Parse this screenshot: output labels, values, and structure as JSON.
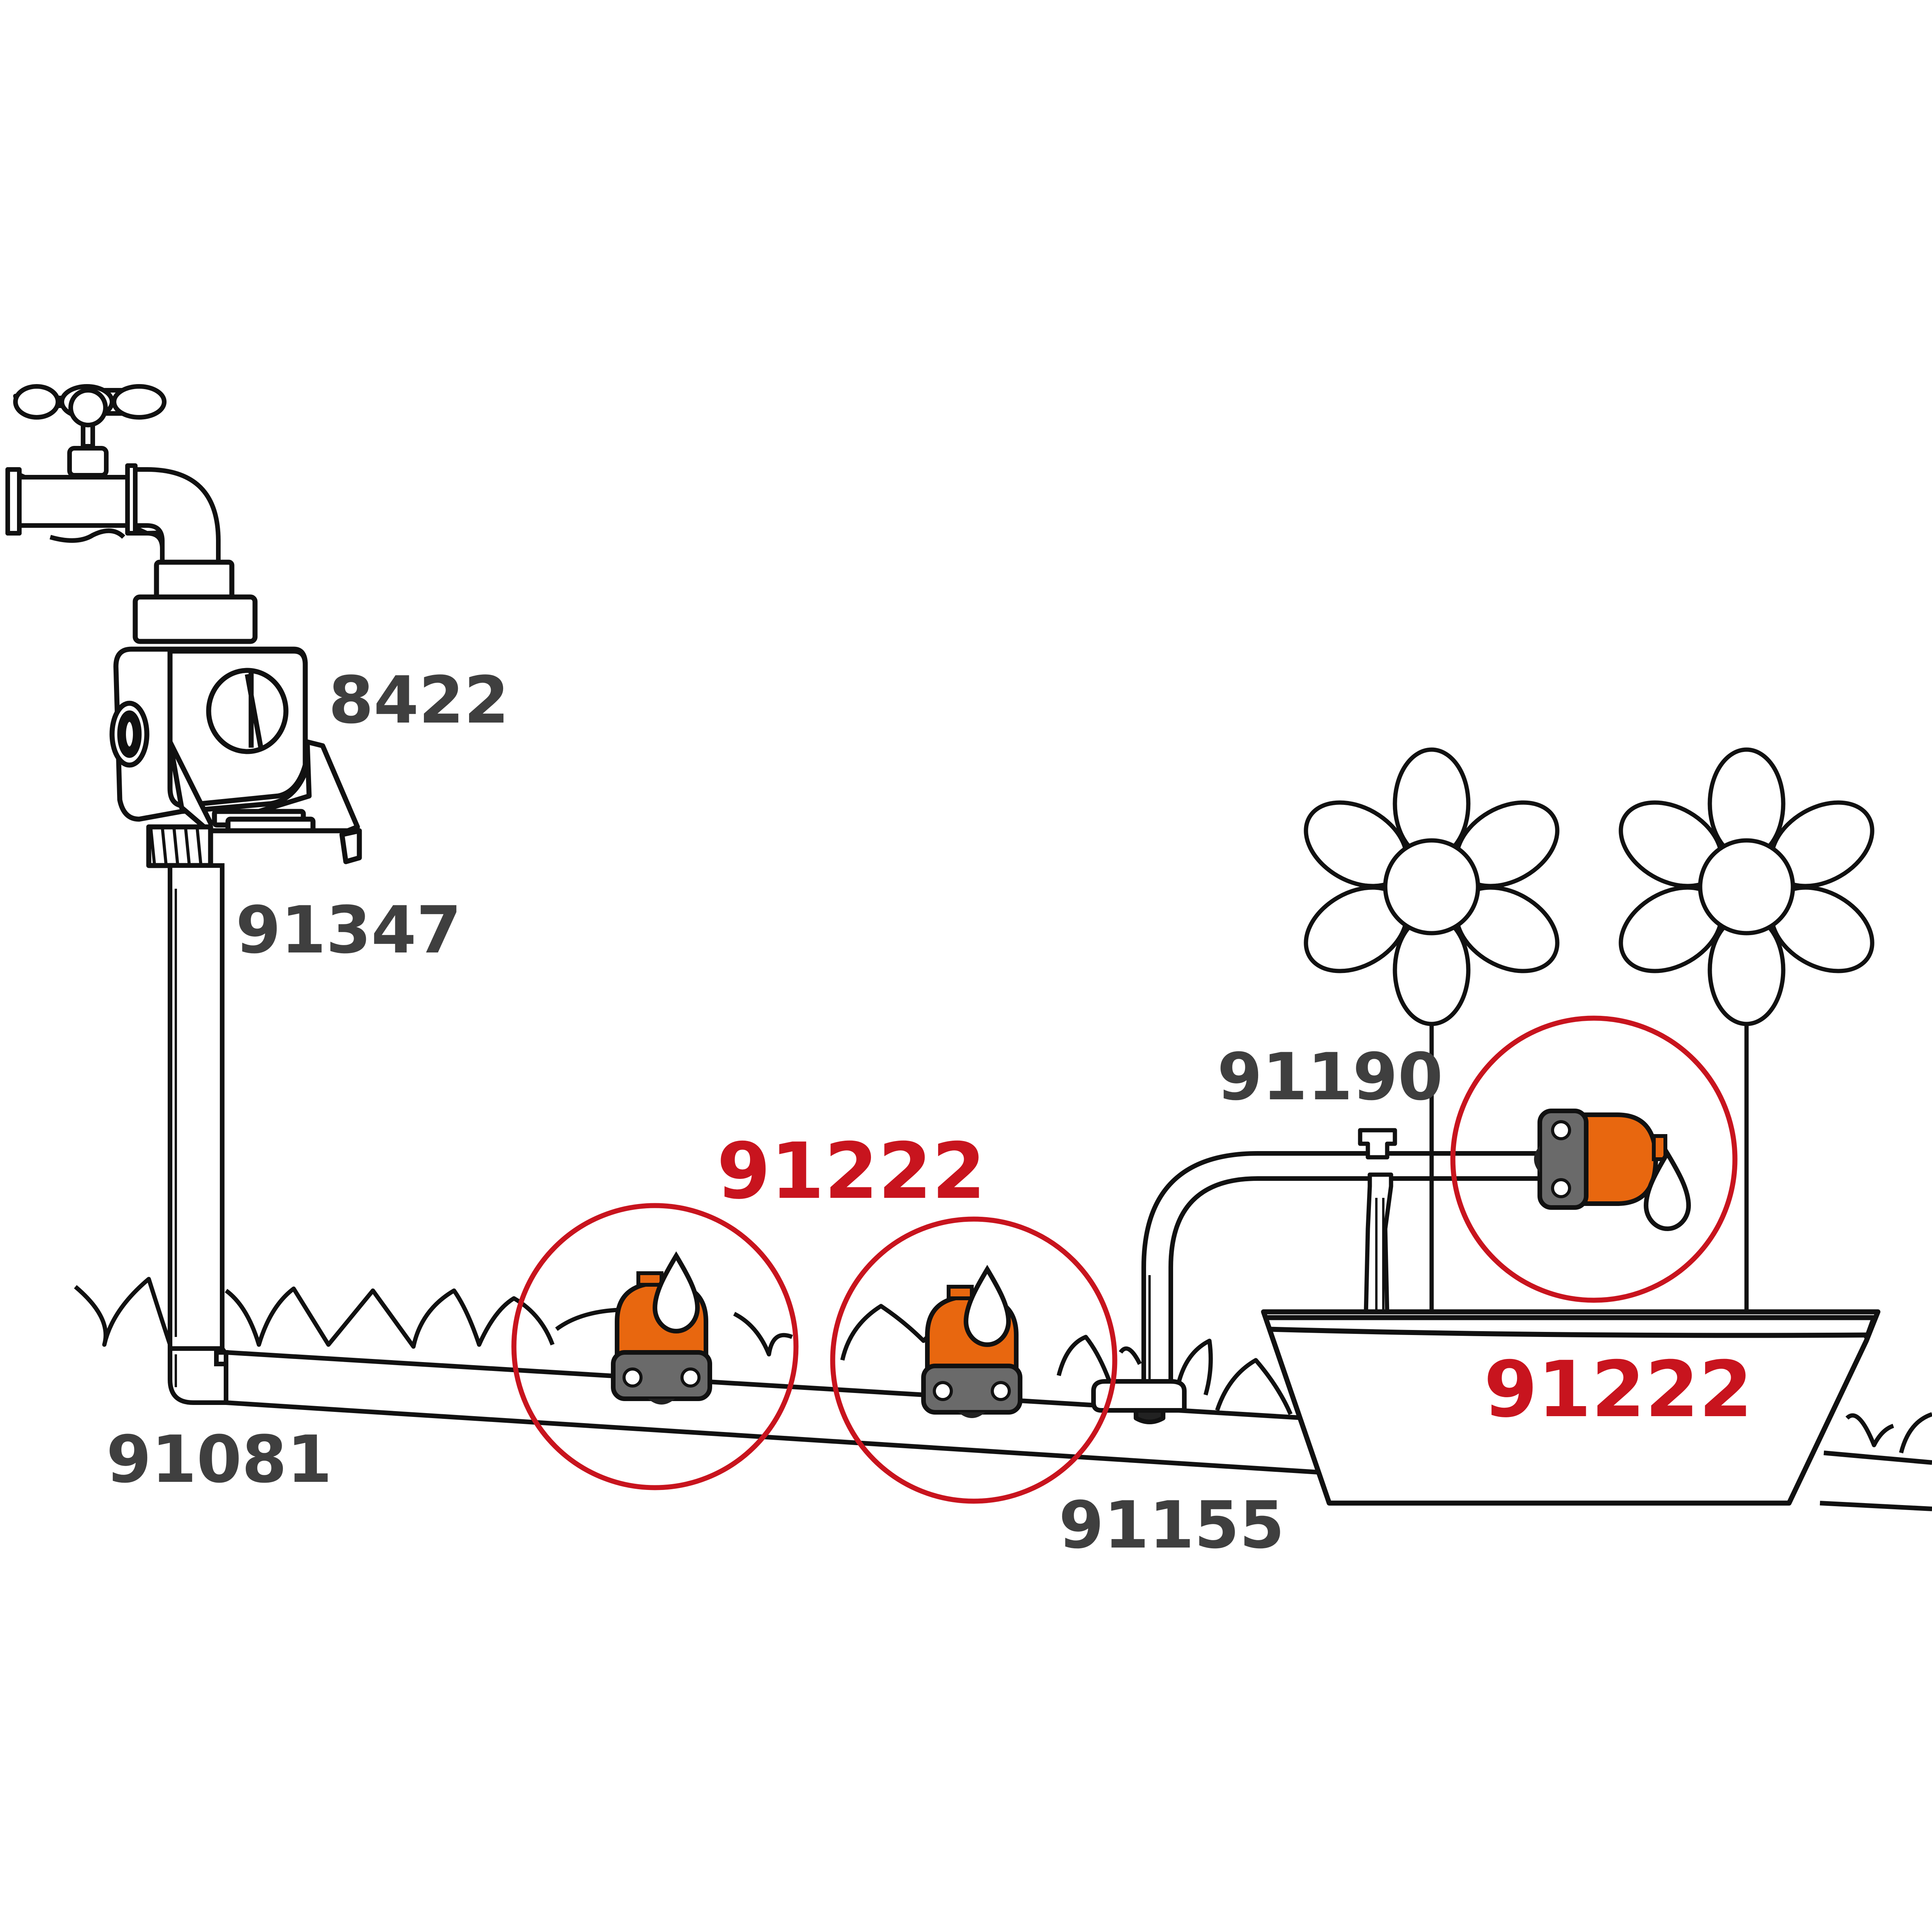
{
  "diagram": {
    "labels": {
      "tap_timer": "8422",
      "pipe_adapter": "91347",
      "elbow": "91081",
      "dripper_main": "91222",
      "dripper_planter": "91222",
      "tee": "91155",
      "stake": "91190"
    },
    "colors": {
      "outline": "#111111",
      "dripper_orange": "#e8670f",
      "dripper_grey": "#6a6a6a",
      "highlight_red": "#c8141e",
      "label_grey": "#3f3f3f"
    },
    "icons": [
      "faucet-icon",
      "tap-timer-icon",
      "drip-emitter-icon",
      "water-drop-icon",
      "flower-icon",
      "planter-box-icon",
      "grass-icon"
    ]
  }
}
